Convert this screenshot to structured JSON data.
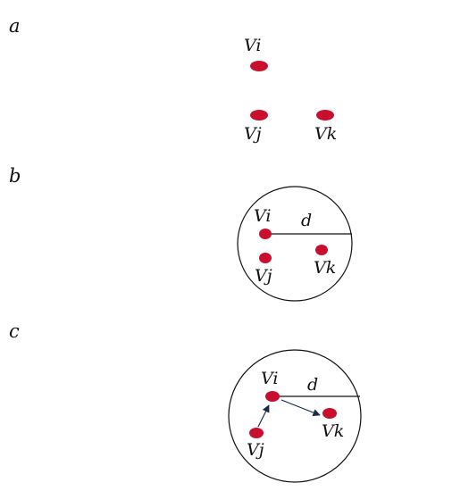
{
  "colors": {
    "node": "#c8102e",
    "line": "#111111",
    "arrow": "#1b2a4a"
  },
  "panels": [
    {
      "label": "a",
      "nodes": {
        "vi": "Vi",
        "vj": "Vj",
        "vk": "Vk"
      }
    },
    {
      "label": "b",
      "nodes": {
        "vi": "Vi",
        "vj": "Vj",
        "vk": "Vk"
      },
      "radius_label": "d"
    },
    {
      "label": "c",
      "nodes": {
        "vi": "Vi",
        "vj": "Vj",
        "vk": "Vk"
      },
      "radius_label": "d"
    }
  ]
}
